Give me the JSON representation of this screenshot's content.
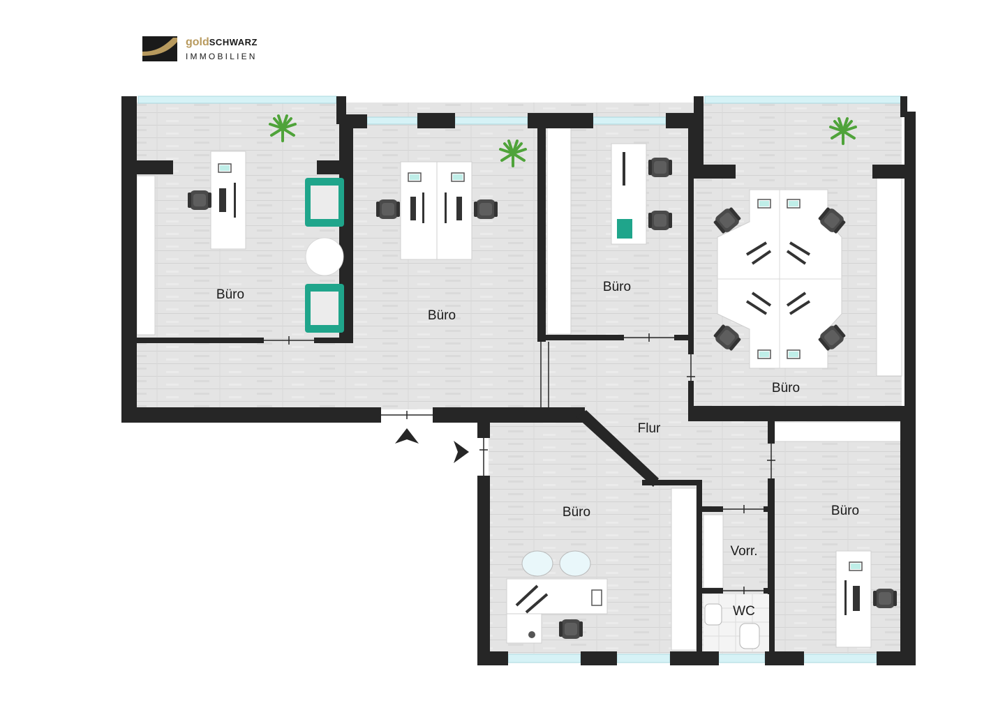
{
  "logo": {
    "gold_text": "gold",
    "black_text": "SCHWARZ",
    "subtitle": "IMMOBILIEN",
    "gold_color": "#b89a5e",
    "black_color": "#1a1a1a"
  },
  "rooms": {
    "office_1": "Büro",
    "office_2": "Büro",
    "office_3": "Büro",
    "office_4": "Büro",
    "office_5": "Büro",
    "office_6": "Büro",
    "hall": "Flur",
    "anteroom": "Vorr.",
    "wc": "WC"
  },
  "colors": {
    "wall": "#262626",
    "floor": "#e4e4e4",
    "window": "#d6f2f6",
    "furniture": "#ffffff",
    "chair": "#4a4a4a",
    "accent": "#1fa58b"
  },
  "icons": {
    "entrance": "entrance-arrow-icon",
    "plant": "plant-icon",
    "chair": "office-chair-icon",
    "monitor": "monitor-icon",
    "armchair": "armchair-icon"
  }
}
